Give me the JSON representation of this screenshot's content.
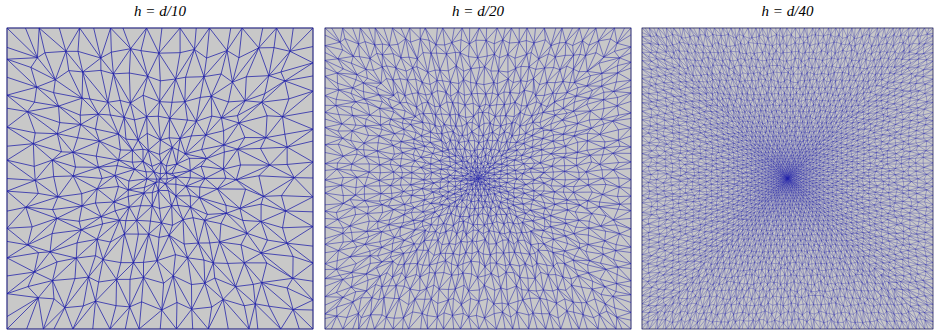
{
  "diagram": {
    "labels": [
      "h = d/10",
      "h = d/20",
      "h = d/40"
    ]
  }
}
